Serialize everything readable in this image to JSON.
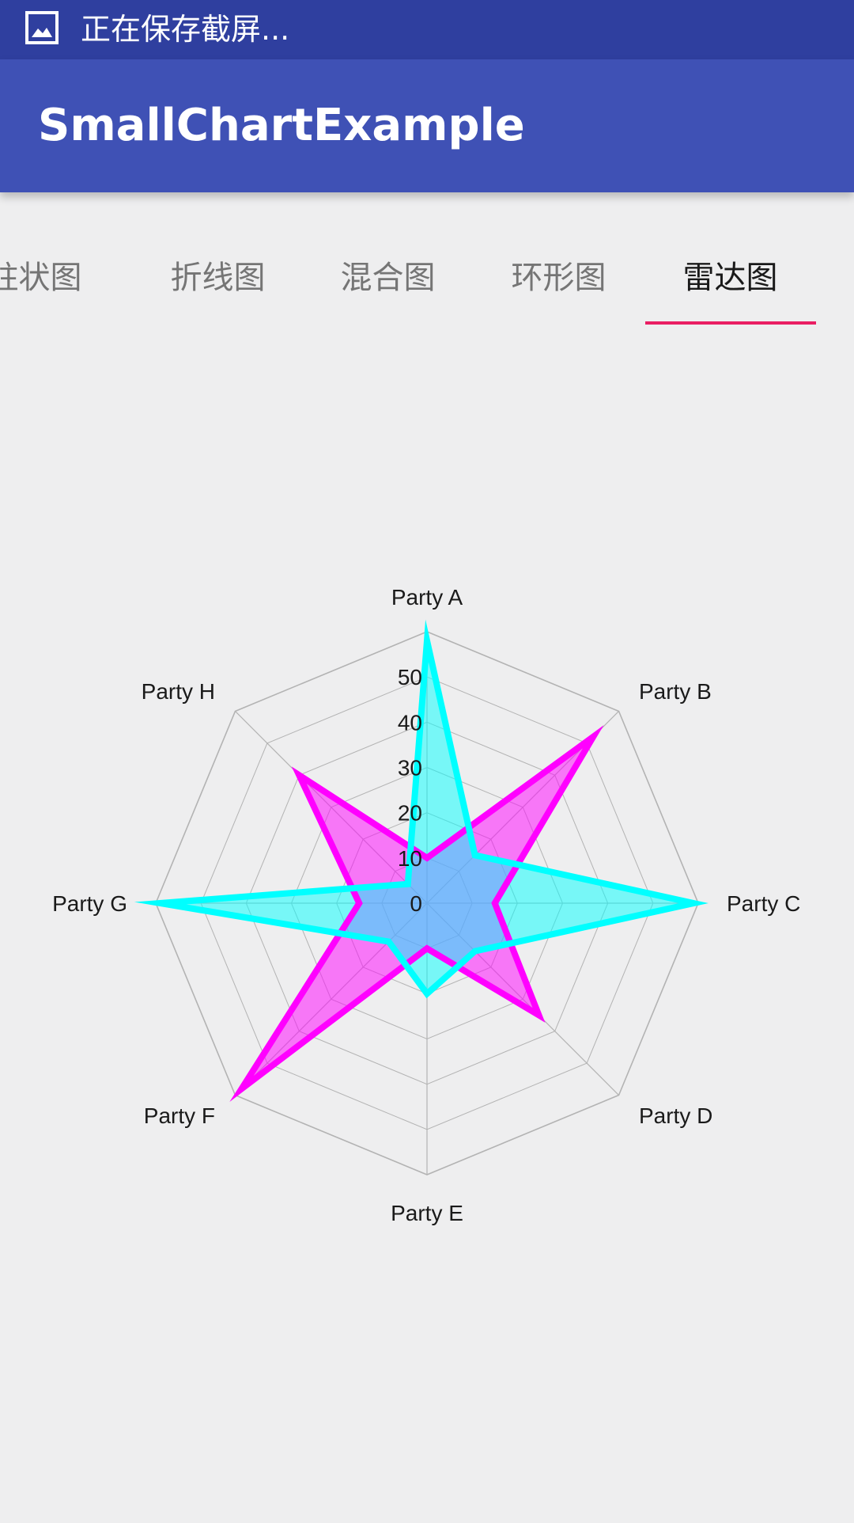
{
  "status_bar": {
    "notification_icon": "image-icon",
    "text": "正在保存截屏..."
  },
  "app_bar": {
    "title": "SmallChartExample"
  },
  "tabs": [
    {
      "label": "柱状图",
      "active": false
    },
    {
      "label": "折线图",
      "active": false
    },
    {
      "label": "混合图",
      "active": false
    },
    {
      "label": "环形图",
      "active": false
    },
    {
      "label": "雷达图",
      "active": true
    }
  ],
  "colors": {
    "status_bar": "#2f3f9f",
    "app_bar": "#3f51b5",
    "tab_indicator": "#e91e63",
    "background": "#eeeeef",
    "grid": "#b3b3b3"
  },
  "chart_data": {
    "type": "radar",
    "categories": [
      "Party A",
      "Party B",
      "Party C",
      "Party D",
      "Party E",
      "Party F",
      "Party G",
      "Party H"
    ],
    "tick_labels": [
      "0",
      "10",
      "20",
      "30",
      "40",
      "50"
    ],
    "rlim": [
      0,
      60
    ],
    "grid": true,
    "series": [
      {
        "color": "#ff00ff",
        "fill_opacity": 0.5,
        "values": [
          10,
          52,
          15,
          35,
          10,
          58,
          15,
          40
        ]
      },
      {
        "color": "#00ffff",
        "fill_opacity": 0.5,
        "values": [
          58,
          15,
          59,
          15,
          20,
          12,
          59,
          6
        ]
      }
    ]
  }
}
